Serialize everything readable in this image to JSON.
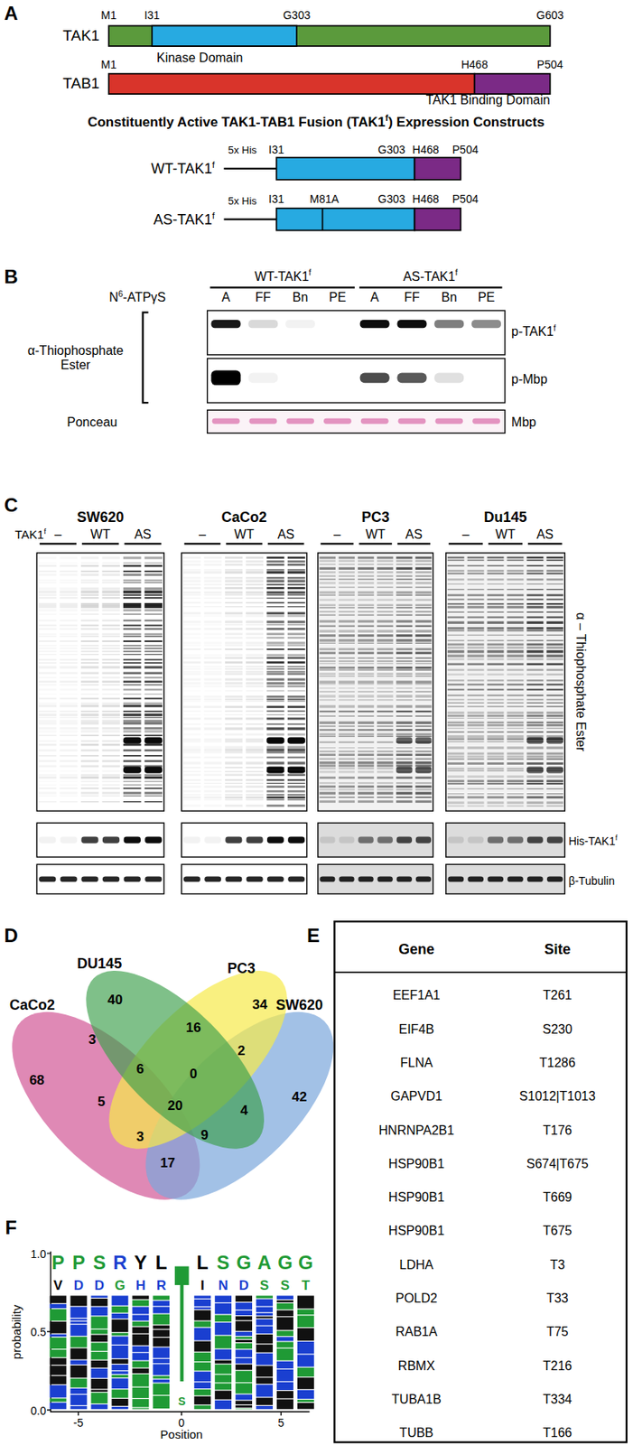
{
  "diagram": {
    "labels": [
      "A",
      "M1",
      "I31",
      "G303",
      "G603",
      "TAK1",
      "Kinase Domain",
      "M1",
      "H468",
      "P504",
      "TAB1",
      "TAK1 Binding Domain",
      "Constituently Active TAK1-TAB1 Fusion (TAK1",
      "f",
      ") Expression Constructs",
      "WT-TAK1",
      "f",
      "5x His",
      "I31",
      "G303",
      "H468",
      "P504",
      "AS-TAK1",
      "f",
      "5x His",
      "I31",
      "M81A",
      "G303",
      "H468",
      "P504",
      "B",
      "WT-TAK1",
      "f",
      "AS-TAK1",
      "f",
      "N",
      "6",
      "-ATPγS",
      "A",
      "FF",
      "Bn",
      "PE",
      "A",
      "FF",
      "Bn",
      "PE",
      "α-Thiophosphate Ester",
      "p-TAK1",
      "f",
      "p-Mbp",
      "Ponceau",
      "Mbp",
      "C",
      "SW620",
      "CaCo2",
      "PC3",
      "Du145",
      "TAK1",
      "f",
      "–",
      "WT",
      "AS",
      "–",
      "WT",
      "AS",
      "–",
      "WT",
      "AS",
      "–",
      "WT",
      "AS",
      "α – Thiophosphate Ester",
      "His-TAK1",
      "f",
      "β-Tubulin",
      "D",
      "DU145",
      "PC3",
      "CaCo2",
      "SW620",
      "40",
      "34",
      "3",
      "16",
      "2",
      "68",
      "6",
      "0",
      "42",
      "5",
      "20",
      "4",
      "3",
      "9",
      "17",
      "E",
      "Gene",
      "Site",
      "EEF1A1",
      "T261",
      "EIF4B",
      "S230",
      "FLNA",
      "T1286",
      "GAPVD1",
      "S1012|T1013",
      "HNRNPA2B1",
      "T176",
      "HSP90B1",
      "S674|T675",
      "HSP90B1",
      "T669",
      "HSP90B1",
      "T675",
      "LDHA",
      "T3",
      "POLD2",
      "T33",
      "RAB1A",
      "T75",
      "RBMX",
      "T216",
      "TUBA1B",
      "T334",
      "TUBB",
      "T166",
      "F",
      "probability",
      "1.0",
      "0.5",
      "0.0",
      "-5",
      "0",
      "5",
      "Position",
      "P",
      "P",
      "S",
      "R",
      "Y",
      "L",
      "T",
      "L",
      "S",
      "G",
      "A",
      "G",
      "G",
      "V",
      "D",
      "D",
      "G",
      "H",
      "R",
      "I",
      "N",
      "D",
      "S",
      "S",
      "T",
      "S"
    ]
  }
}
